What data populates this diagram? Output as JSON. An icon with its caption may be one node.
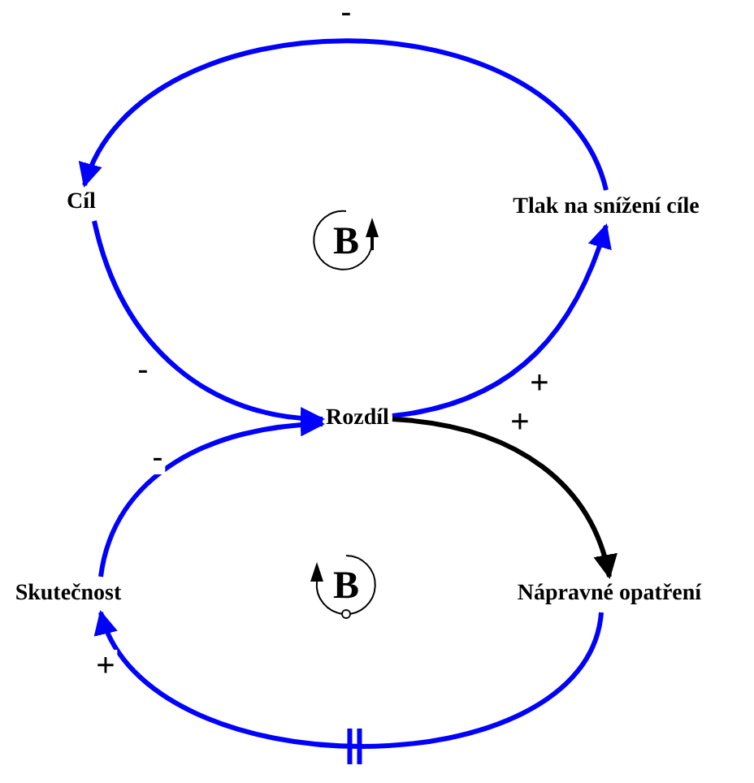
{
  "diagram": {
    "nodes": [
      {
        "text": [
          "Cíl"
        ]
      },
      {
        "text": [
          "Tlak na snížení cíle"
        ]
      },
      {
        "text": [
          "Rozdíl"
        ]
      },
      {
        "text": [
          "Skutečnost"
        ]
      },
      {
        "text": [
          "Nápravné opatření"
        ]
      }
    ],
    "edges": [
      {
        "from": 1,
        "to": 0,
        "arrow": "to",
        "label": "-"
      },
      {
        "from": 0,
        "to": 2,
        "arrow": "to",
        "label": "-"
      },
      {
        "from": 2,
        "to": 1,
        "arrow": "to",
        "label": "+"
      },
      {
        "from": 2,
        "to": 4,
        "arrow": "to",
        "label": "+",
        "color": "#000000"
      },
      {
        "from": 4,
        "to": 3,
        "arrow": "to",
        "label": "+"
      },
      {
        "from": 3,
        "to": 2,
        "arrow": "to",
        "label": "-"
      }
    ],
    "labels": [
      "B",
      "B"
    ]
  }
}
